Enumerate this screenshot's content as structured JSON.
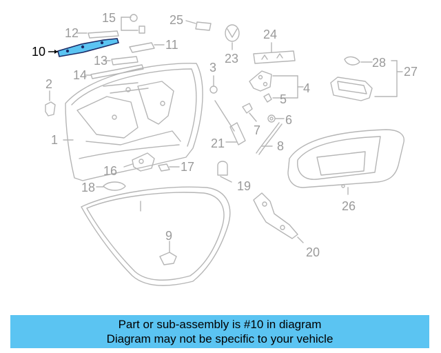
{
  "diagram": {
    "highlight_color": "#5bc4f2",
    "callouts": [
      "1",
      "2",
      "3",
      "4",
      "5",
      "6",
      "7",
      "8",
      "9",
      "10",
      "11",
      "12",
      "13",
      "14",
      "15",
      "16",
      "17",
      "18",
      "19",
      "20",
      "21",
      "23",
      "24",
      "25",
      "26",
      "27",
      "28"
    ],
    "active_callout": "10"
  },
  "banner": {
    "line1": "Part or sub-assembly is #10 in diagram",
    "line2": "Diagram may not be specific to your vehicle",
    "background": "#5bc4f2"
  }
}
